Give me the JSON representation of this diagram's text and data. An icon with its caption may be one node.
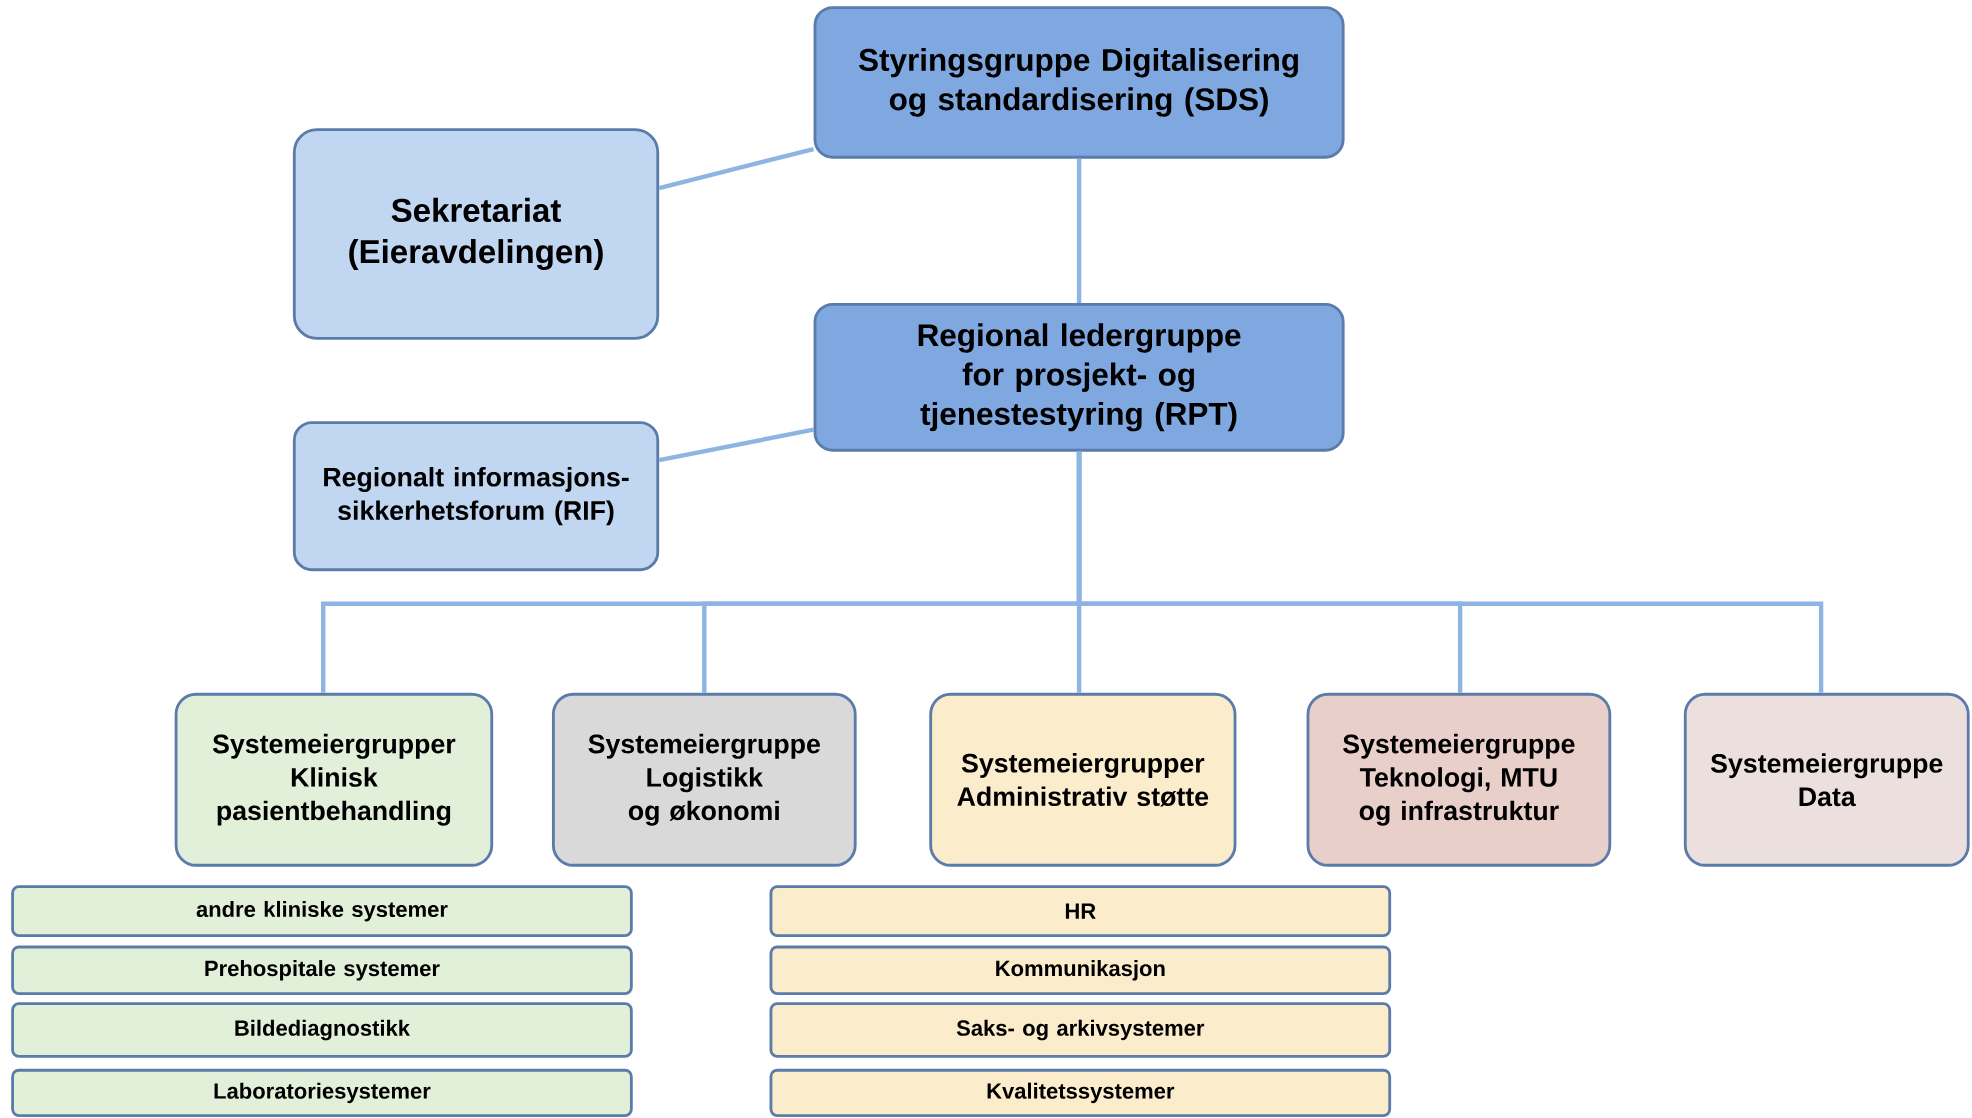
{
  "diagram": {
    "nodes": [
      {
        "text": [
          "Styringsgruppe Digitalisering og standardisering (SDS)"
        ]
      },
      {
        "text": [
          "Sekretariat (Eieravdelingen)"
        ]
      },
      {
        "text": [
          "Regional ledergruppe for prosjekt- og tjenestestyring (RPT)"
        ]
      },
      {
        "text": [
          "Regionalt informasjons-sikkerhetsforum (RIF)"
        ]
      },
      {
        "text": [
          "Systemeiergrupper Klinisk pasientbehandling"
        ]
      },
      {
        "text": [
          "Systemeiergruppe Logistikk og økonomi"
        ]
      },
      {
        "text": [
          "Systemeiergrupper Administrativ støtte"
        ]
      },
      {
        "text": [
          "Systemeiergruppe Teknologi, MTU og infrastruktur"
        ]
      },
      {
        "text": [
          "Systemeiergruppe Data"
        ]
      },
      {
        "text": [
          "andre kliniske systemer"
        ]
      },
      {
        "text": [
          "Prehospitale systemer"
        ]
      },
      {
        "text": [
          "Bildediagnostikk"
        ]
      },
      {
        "text": [
          "Laboratoriesystemer"
        ]
      },
      {
        "text": [
          "HR"
        ]
      },
      {
        "text": [
          "Kommunikasjon"
        ]
      },
      {
        "text": [
          "Saks- og arkivsystemer"
        ]
      },
      {
        "text": [
          "Kvalitetssystemer"
        ]
      }
    ],
    "edges": [
      {
        "from": 0,
        "to": 2,
        "arrow": "none"
      },
      {
        "from": 0,
        "to": 1,
        "arrow": "none"
      },
      {
        "from": 2,
        "to": 3,
        "arrow": "none"
      },
      {
        "from": 2,
        "to": 4,
        "arrow": "none"
      },
      {
        "from": 2,
        "to": 5,
        "arrow": "none"
      },
      {
        "from": 2,
        "to": 6,
        "arrow": "none"
      },
      {
        "from": 2,
        "to": 7,
        "arrow": "none"
      },
      {
        "from": 2,
        "to": 8,
        "arrow": "none"
      }
    ]
  }
}
